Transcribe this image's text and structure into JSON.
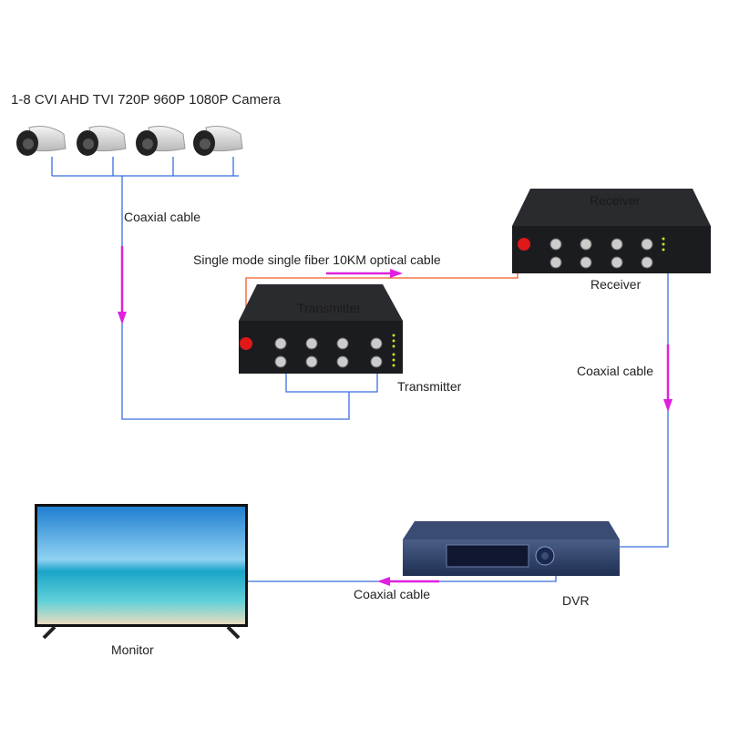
{
  "title": "1-8 CVI AHD TVI 720P 960P 1080P Camera",
  "labels": {
    "coax_camera": "Coaxial cable",
    "optical": "Single mode single fiber 10KM optical cable",
    "transmitter_on_box": "Transmitter",
    "transmitter": "Transmitter",
    "receiver_on_box": "Receiver",
    "receiver": "Receiver",
    "coax_receiver": "Coaxial cable",
    "coax_dvr": "Coaxial cable",
    "dvr": "DVR",
    "monitor": "Monitor"
  },
  "colors": {
    "coax_line": "#3a6ee0",
    "optical_line": "#f05a28",
    "arrow": "#e020e0",
    "device_body": "#1e1f22",
    "dvr_body": "#2a3e6a"
  },
  "camera_count_shown": 4
}
